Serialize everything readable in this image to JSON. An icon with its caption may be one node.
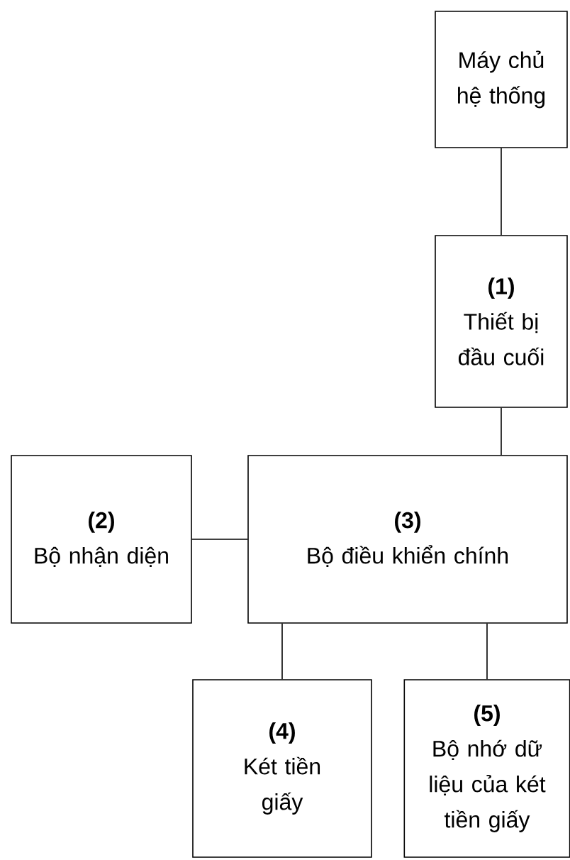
{
  "diagram": {
    "nodes": [
      {
        "text": [
          "Máy chủ hệ thống"
        ]
      },
      {
        "text": [
          "(1)",
          "Thiết bị đầu cuối"
        ]
      },
      {
        "text": [
          "(2)",
          "Bộ nhận diện"
        ]
      },
      {
        "text": [
          "(3)",
          "Bộ điều khiển chính"
        ]
      },
      {
        "text": [
          "(4)",
          "Két tiền giấy"
        ]
      },
      {
        "text": [
          "(5)",
          "Bộ nhớ dữ liệu của két tiền giấy"
        ]
      }
    ],
    "edges": [
      {
        "from": 0,
        "to": 1,
        "arrow": "none"
      },
      {
        "from": 1,
        "to": 3,
        "arrow": "none"
      },
      {
        "from": 2,
        "to": 3,
        "arrow": "none"
      },
      {
        "from": 3,
        "to": 4,
        "arrow": "none"
      },
      {
        "from": 3,
        "to": 5,
        "arrow": "none"
      }
    ]
  }
}
